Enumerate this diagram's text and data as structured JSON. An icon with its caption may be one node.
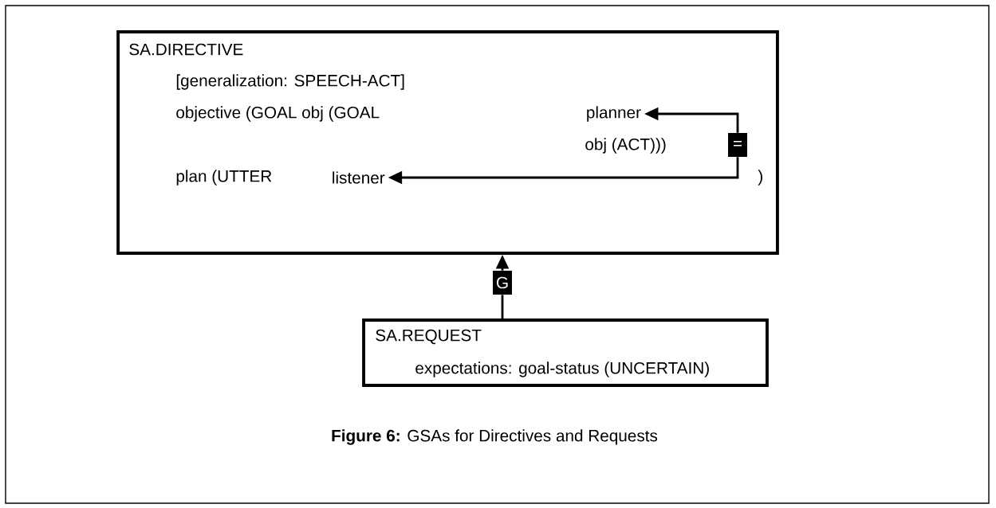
{
  "diagram": {
    "caption": "**Figure 6:** GSAs for Directives and Requests",
    "nodes": [
      {
        "text": [
          "SA.DIRECTIVE",
          "[generalization: SPEECH-ACT]",
          "objective (GOAL obj (GOAL",
          "obj (ACT)))",
          "plan (UTTER",
          ")"
        ]
      },
      {
        "text": [
          "planner"
        ],
        "in": 0
      },
      {
        "text": [
          "listener"
        ],
        "in": 0
      },
      {
        "text": [
          "="
        ],
        "in": 0
      },
      {
        "text": [
          "G"
        ]
      },
      {
        "text": [
          "SA.REQUEST",
          "expectations: goal-status (UNCERTAIN)"
        ]
      }
    ],
    "edges": [
      {
        "from": 3,
        "to": 1,
        "arrow": "to"
      },
      {
        "from": 3,
        "to": 2,
        "arrow": "to"
      },
      {
        "from": 5,
        "to": 4,
        "arrow": "none"
      },
      {
        "from": 4,
        "to": 0,
        "arrow": "to"
      }
    ]
  }
}
